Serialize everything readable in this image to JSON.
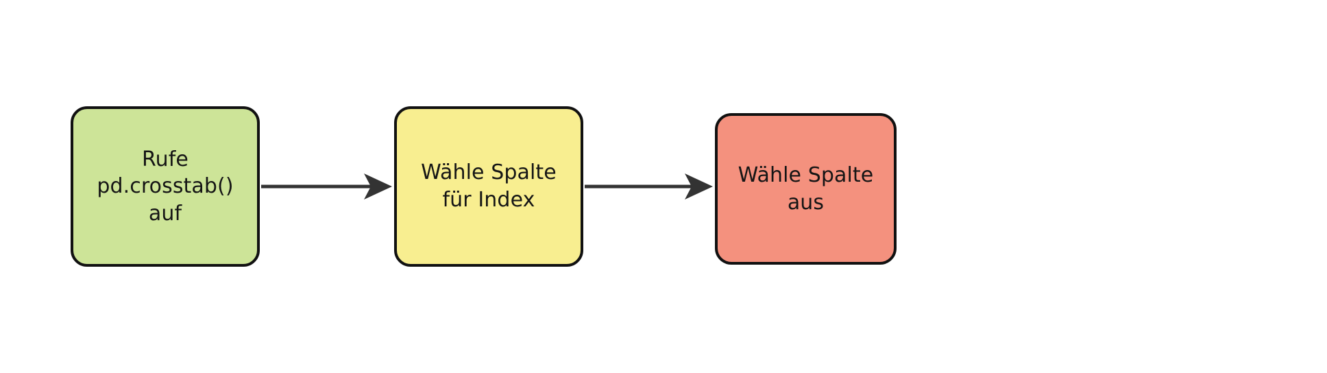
{
  "diagram": {
    "type": "flowchart",
    "orientation": "left-to-right",
    "language": "de",
    "background_color": "#ffffff",
    "nodes": [
      {
        "id": "start",
        "label": "Rufe\npd.crosstab() auf",
        "line1": "Rufe",
        "line2": "pd.crosstab() auf",
        "fill_color": "#cde498",
        "border_color": "#111111",
        "shape": "rounded-rectangle"
      },
      {
        "id": "index",
        "label": "Wähle Spalte\nfür Index",
        "line1": "Wähle Spalte",
        "line2": "für Index",
        "fill_color": "#f8ee90",
        "border_color": "#111111",
        "shape": "rounded-rectangle"
      },
      {
        "id": "select",
        "label": "Wähle Spalte aus",
        "line1": "Wähle Spalte aus",
        "line2": "",
        "fill_color": "#f4917e",
        "border_color": "#111111",
        "shape": "rounded-rectangle"
      }
    ],
    "edges": [
      {
        "id": "edge-start-index",
        "from": "start",
        "to": "index",
        "label": "",
        "style": "solid",
        "arrowhead": "triangle",
        "color": "#333333"
      },
      {
        "id": "edge-index-select",
        "from": "index",
        "to": "select",
        "label": "",
        "style": "solid",
        "arrowhead": "triangle",
        "color": "#333333"
      }
    ]
  }
}
